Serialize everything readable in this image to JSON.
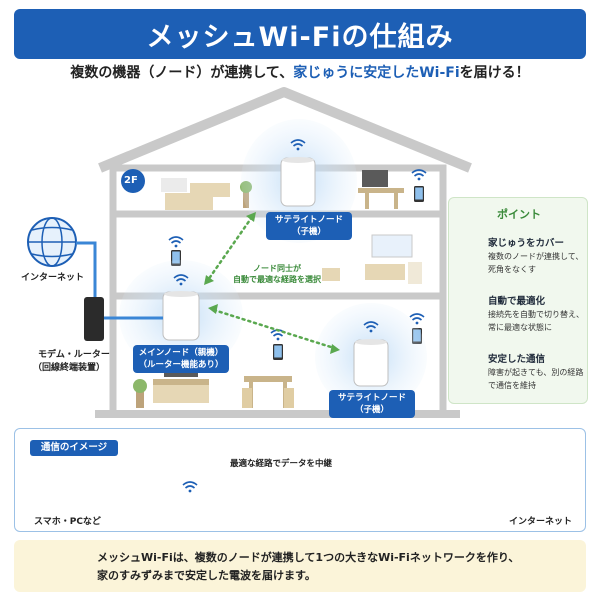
{
  "title": "メッシュWi-Fiの仕組み",
  "subtitle": {
    "part1": "複数の機器（ノード）が連携して、",
    "highlight": "家じゅうに安定した",
    "wifi": "Wi-Fi",
    "part2": "を届ける！"
  },
  "floor_label": "2F",
  "internet_label": "インターネット",
  "modem_label": [
    "モデム・ルーター",
    "（回線終端装置）"
  ],
  "satellite_top": [
    "サテライトノード",
    "（子機）"
  ],
  "satellite_right": [
    "サテライトノード",
    "（子機）"
  ],
  "main_node": [
    "メインノード（親機）",
    "（ルーター機能あり）"
  ],
  "route_note": [
    "ノード同士が",
    "自動で最適な経路を選択"
  ],
  "points": {
    "title": "ポイント",
    "items": [
      {
        "heading": "家じゅうをカバー",
        "lines": [
          "複数のノードが連携して、",
          "死角をなくす"
        ],
        "icon": "wifi-icon"
      },
      {
        "heading": "自動で最適化",
        "lines": [
          "接続先を自動で切り替え、",
          "常に最適な状態に"
        ],
        "icon": "refresh-icon"
      },
      {
        "heading": "安定した通信",
        "lines": [
          "障害が起きても、別の経路",
          "で通信を維持"
        ],
        "icon": "shield-check-icon"
      }
    ]
  },
  "comm": {
    "header": "通信のイメージ",
    "relay_label": "最適な経路でデータを中継",
    "device_label": "スマホ・PCなど",
    "internet_label": "インターネット"
  },
  "bottom": {
    "line1": "メッシュWi-Fiは、複数のノードが連携して1つの大きなWi-Fiネットワークを作り、",
    "line2": "家のすみずみまで安定した電波を届けます。",
    "icon": "lightbulb-icon"
  },
  "colors": {
    "primary": "#1d5fb5",
    "green": "#3a8a3a",
    "wall": "#dcdcdc",
    "cable": "#3a86d6"
  }
}
